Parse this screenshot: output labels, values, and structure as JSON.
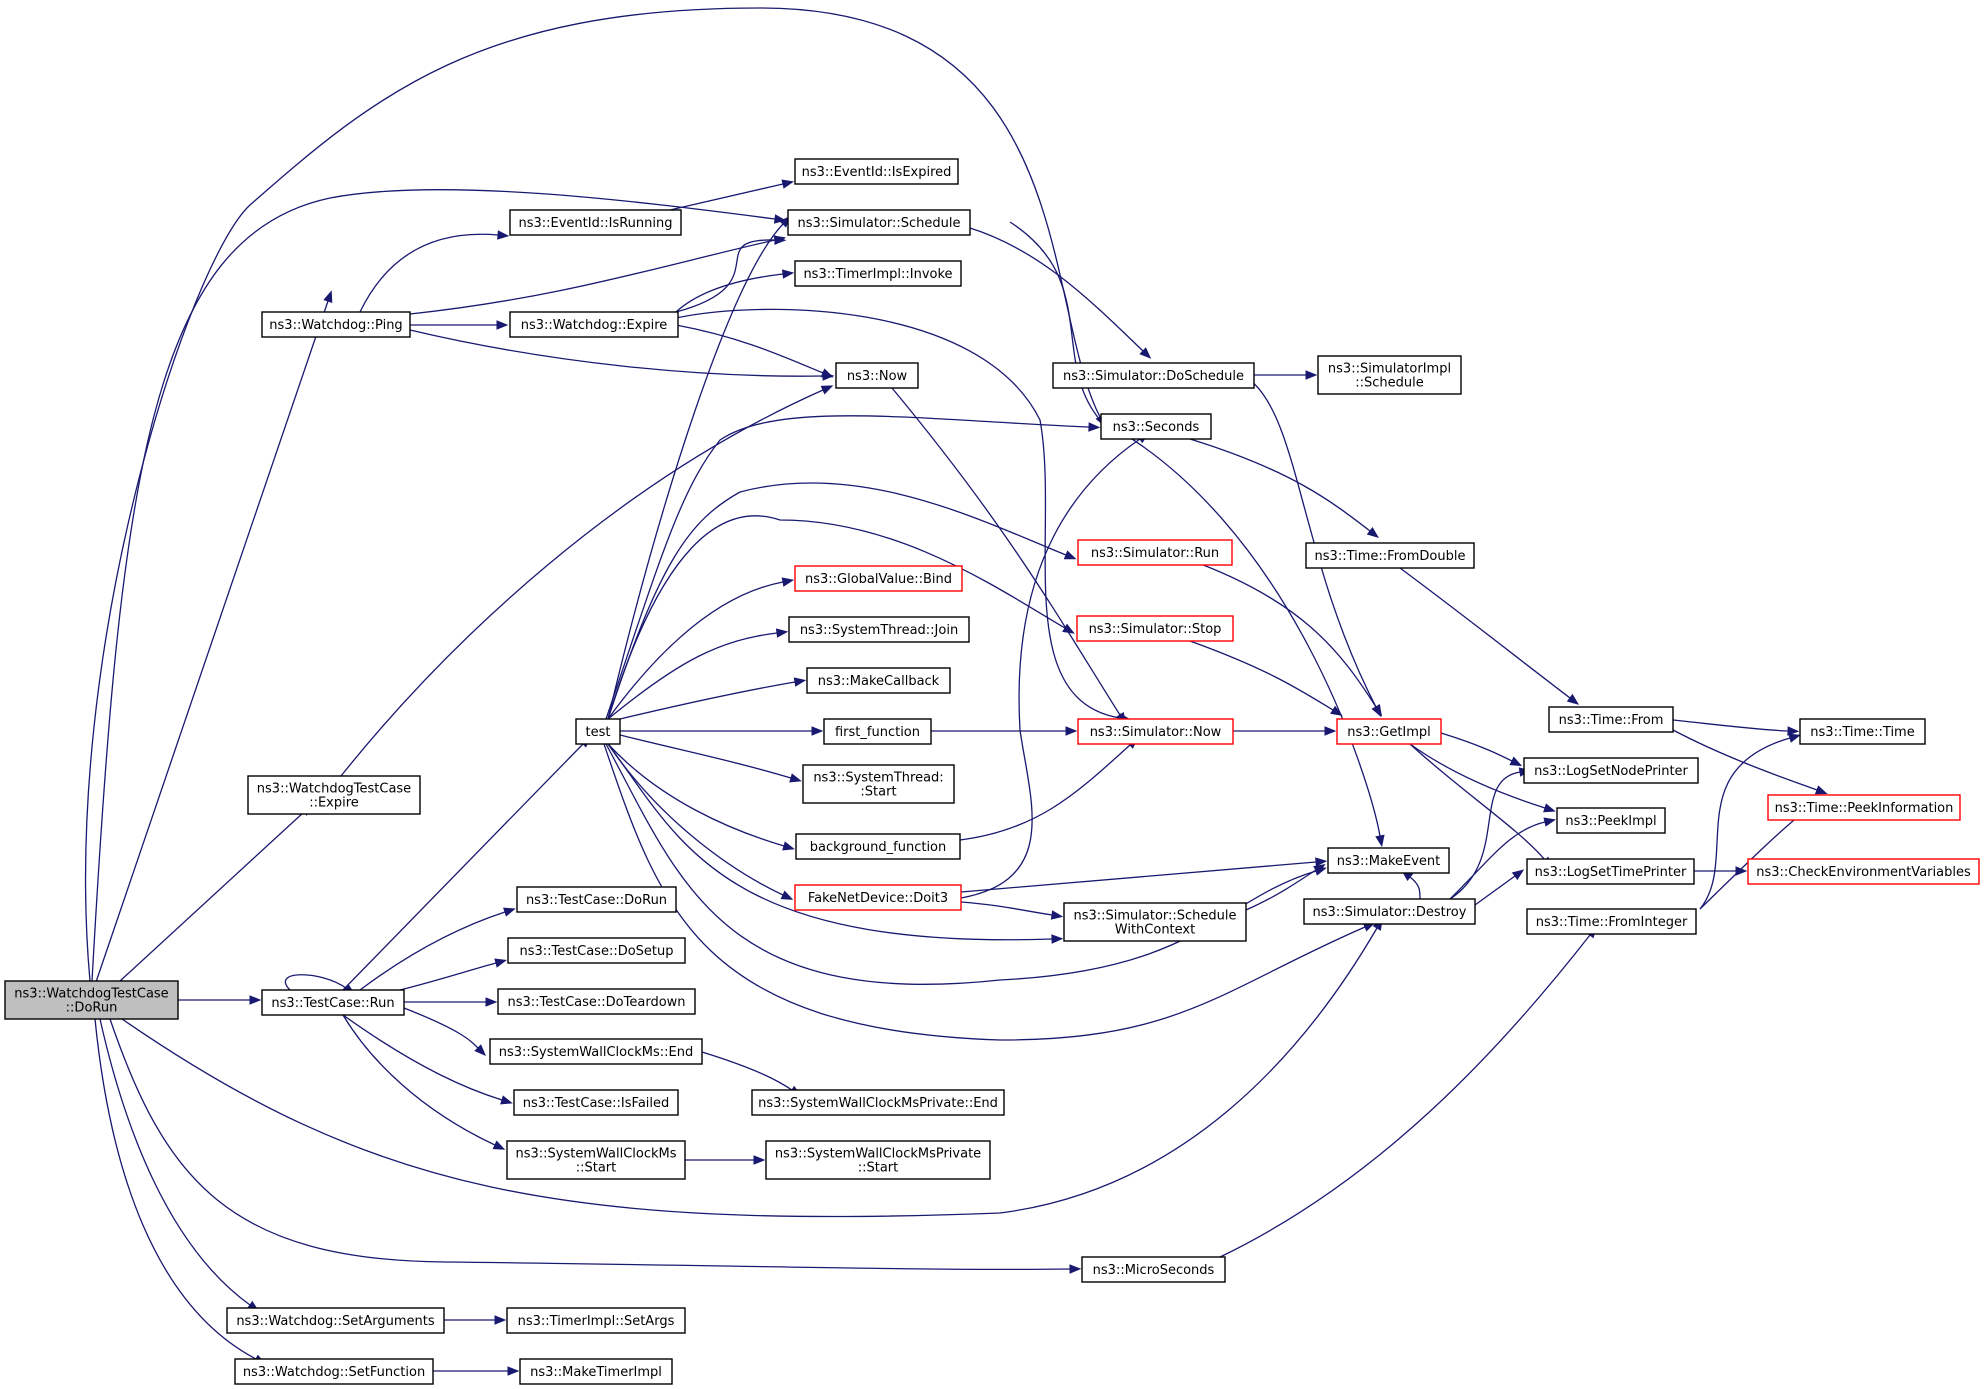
{
  "graph": {
    "colors": {
      "edge": "#191970",
      "normal_border": "#000000",
      "truncated_border": "#ff0000",
      "root_fill": "#bfbfbf",
      "node_fill": "#ffffff"
    },
    "nodes": [
      {
        "id": "root",
        "lines": [
          "ns3::WatchdogTestCase",
          "::DoRun"
        ],
        "style": "root"
      },
      {
        "id": "ping",
        "lines": [
          "ns3::Watchdog::Ping"
        ],
        "style": "normal"
      },
      {
        "id": "wtc_expire",
        "lines": [
          "ns3::WatchdogTestCase",
          "::Expire"
        ],
        "style": "normal"
      },
      {
        "id": "tc_run",
        "lines": [
          "ns3::TestCase::Run"
        ],
        "style": "normal"
      },
      {
        "id": "set_args",
        "lines": [
          "ns3::Watchdog::SetArguments"
        ],
        "style": "normal"
      },
      {
        "id": "set_func",
        "lines": [
          "ns3::Watchdog::SetFunction"
        ],
        "style": "normal"
      },
      {
        "id": "is_running",
        "lines": [
          "ns3::EventId::IsRunning"
        ],
        "style": "normal"
      },
      {
        "id": "wd_expire",
        "lines": [
          "ns3::Watchdog::Expire"
        ],
        "style": "normal"
      },
      {
        "id": "test",
        "lines": [
          "test"
        ],
        "style": "normal"
      },
      {
        "id": "tc_dorun",
        "lines": [
          "ns3::TestCase::DoRun"
        ],
        "style": "normal"
      },
      {
        "id": "tc_dosetup",
        "lines": [
          "ns3::TestCase::DoSetup"
        ],
        "style": "normal"
      },
      {
        "id": "tc_doteardown",
        "lines": [
          "ns3::TestCase::DoTeardown"
        ],
        "style": "normal"
      },
      {
        "id": "swc_end",
        "lines": [
          "ns3::SystemWallClockMs::End"
        ],
        "style": "normal"
      },
      {
        "id": "tc_isfailed",
        "lines": [
          "ns3::TestCase::IsFailed"
        ],
        "style": "normal"
      },
      {
        "id": "swc_start",
        "lines": [
          "ns3::SystemWallClockMs",
          "::Start"
        ],
        "style": "normal"
      },
      {
        "id": "timer_setargs",
        "lines": [
          "ns3::TimerImpl::SetArgs"
        ],
        "style": "normal"
      },
      {
        "id": "make_timer",
        "lines": [
          "ns3::MakeTimerImpl"
        ],
        "style": "normal"
      },
      {
        "id": "is_expired",
        "lines": [
          "ns3::EventId::IsExpired"
        ],
        "style": "normal"
      },
      {
        "id": "sim_schedule",
        "lines": [
          "ns3::Simulator::Schedule"
        ],
        "style": "normal"
      },
      {
        "id": "timer_invoke",
        "lines": [
          "ns3::TimerImpl::Invoke"
        ],
        "style": "normal"
      },
      {
        "id": "now",
        "lines": [
          "ns3::Now"
        ],
        "style": "normal"
      },
      {
        "id": "gv_bind",
        "lines": [
          "ns3::GlobalValue::Bind"
        ],
        "style": "truncated"
      },
      {
        "id": "st_join",
        "lines": [
          "ns3::SystemThread::Join"
        ],
        "style": "normal"
      },
      {
        "id": "make_cb",
        "lines": [
          "ns3::MakeCallback"
        ],
        "style": "normal"
      },
      {
        "id": "first_fn",
        "lines": [
          "first_function"
        ],
        "style": "normal"
      },
      {
        "id": "st_start",
        "lines": [
          "ns3::SystemThread:",
          ":Start"
        ],
        "style": "normal"
      },
      {
        "id": "bg_fn",
        "lines": [
          "background_function"
        ],
        "style": "normal"
      },
      {
        "id": "fake_doit",
        "lines": [
          "FakeNetDevice::Doit3"
        ],
        "style": "truncated"
      },
      {
        "id": "swcp_end",
        "lines": [
          "ns3::SystemWallClockMsPrivate::End"
        ],
        "style": "normal"
      },
      {
        "id": "swcp_start",
        "lines": [
          "ns3::SystemWallClockMsPrivate",
          "::Start"
        ],
        "style": "normal"
      },
      {
        "id": "micro",
        "lines": [
          "ns3::MicroSeconds"
        ],
        "style": "normal"
      },
      {
        "id": "sim_doschedule",
        "lines": [
          "ns3::Simulator::DoSchedule"
        ],
        "style": "normal"
      },
      {
        "id": "seconds",
        "lines": [
          "ns3::Seconds"
        ],
        "style": "normal"
      },
      {
        "id": "sim_run",
        "lines": [
          "ns3::Simulator::Run"
        ],
        "style": "truncated"
      },
      {
        "id": "sim_stop",
        "lines": [
          "ns3::Simulator::Stop"
        ],
        "style": "truncated"
      },
      {
        "id": "sim_now",
        "lines": [
          "ns3::Simulator::Now"
        ],
        "style": "truncated"
      },
      {
        "id": "sim_swc",
        "lines": [
          "ns3::Simulator::Schedule",
          "WithContext"
        ],
        "style": "normal"
      },
      {
        "id": "simimpl_sched",
        "lines": [
          "ns3::SimulatorImpl",
          "::Schedule"
        ],
        "style": "normal"
      },
      {
        "id": "from_double",
        "lines": [
          "ns3::Time::FromDouble"
        ],
        "style": "normal"
      },
      {
        "id": "get_impl",
        "lines": [
          "ns3::GetImpl"
        ],
        "style": "truncated"
      },
      {
        "id": "make_event",
        "lines": [
          "ns3::MakeEvent"
        ],
        "style": "normal"
      },
      {
        "id": "sim_destroy",
        "lines": [
          "ns3::Simulator::Destroy"
        ],
        "style": "normal"
      },
      {
        "id": "time_from",
        "lines": [
          "ns3::Time::From"
        ],
        "style": "normal"
      },
      {
        "id": "log_node",
        "lines": [
          "ns3::LogSetNodePrinter"
        ],
        "style": "normal"
      },
      {
        "id": "peek_impl",
        "lines": [
          "ns3::PeekImpl"
        ],
        "style": "normal"
      },
      {
        "id": "log_time",
        "lines": [
          "ns3::LogSetTimePrinter"
        ],
        "style": "normal"
      },
      {
        "id": "from_integer",
        "lines": [
          "ns3::Time::FromInteger"
        ],
        "style": "normal"
      },
      {
        "id": "time_time",
        "lines": [
          "ns3::Time::Time"
        ],
        "style": "normal"
      },
      {
        "id": "peek_info",
        "lines": [
          "ns3::Time::PeekInformation"
        ],
        "style": "truncated"
      },
      {
        "id": "check_env",
        "lines": [
          "ns3::CheckEnvironmentVariables"
        ],
        "style": "truncated"
      }
    ]
  }
}
